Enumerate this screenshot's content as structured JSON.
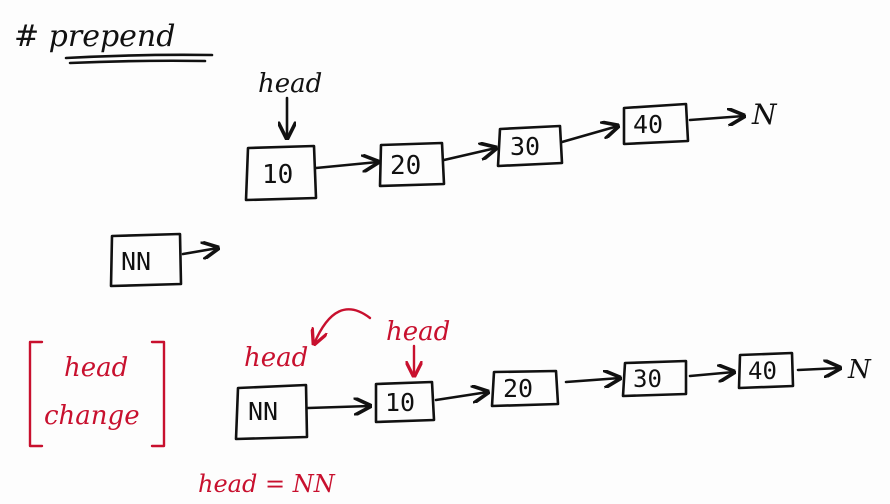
{
  "title": "# prepend",
  "top_row": {
    "head_label": "head",
    "nodes": [
      "10",
      "20",
      "30",
      "40"
    ],
    "null_label": "N",
    "new_node": "NN"
  },
  "bottom_row": {
    "bracket_note": [
      "head",
      "change"
    ],
    "old_head_label": "head",
    "new_head_label": "head",
    "nodes": [
      "NN",
      "10",
      "20",
      "30",
      "40"
    ],
    "null_label": "N"
  },
  "assignment": "head = NN",
  "colors": {
    "ink": "#111111",
    "red": "#c8102e"
  }
}
